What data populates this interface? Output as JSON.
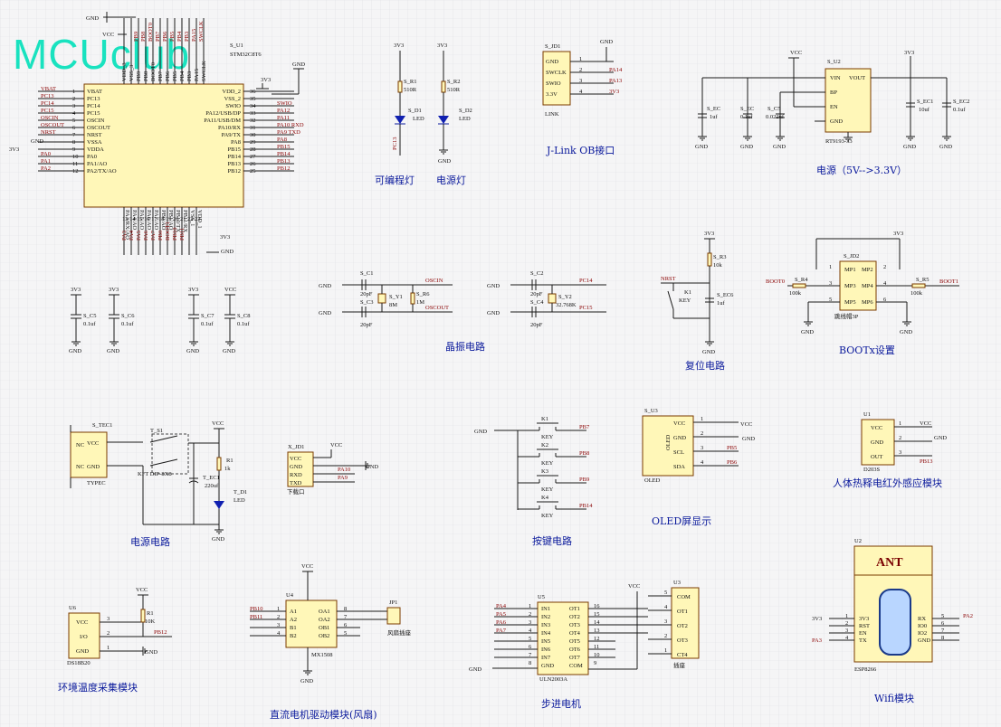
{
  "logo": "MCUclub",
  "mcu": {
    "ref": "S_U1",
    "part": "STM32C8T6",
    "left_pins": [
      {
        "n": "1",
        "name": "VBAT",
        "net": "VBAT"
      },
      {
        "n": "2",
        "name": "PC13",
        "net": "PC13"
      },
      {
        "n": "3",
        "name": "PC14",
        "net": "PC14"
      },
      {
        "n": "4",
        "name": "PC15",
        "net": "PC15"
      },
      {
        "n": "5",
        "name": "OSCIN",
        "net": "OSCIN"
      },
      {
        "n": "6",
        "name": "OSCOUT",
        "net": "OSCOUT"
      },
      {
        "n": "7",
        "name": "NRST",
        "net": "NRST"
      },
      {
        "n": "8",
        "name": "VSSA",
        "net": "GND"
      },
      {
        "n": "9",
        "name": "VDDA",
        "net": "3V3"
      },
      {
        "n": "10",
        "name": "PA0",
        "net": "PA0"
      },
      {
        "n": "11",
        "name": "PA1/AO",
        "net": "PA1"
      },
      {
        "n": "12",
        "name": "PA2/TX/AO",
        "net": "PA2"
      }
    ],
    "right_pins": [
      {
        "n": "36",
        "name": "VDD_2",
        "net": "3V3"
      },
      {
        "n": "35",
        "name": "VSS_2",
        "net": ""
      },
      {
        "n": "34",
        "name": "SWIO",
        "net": "SWIO"
      },
      {
        "n": "33",
        "name": "PA12/USB/DP",
        "net": "PA12"
      },
      {
        "n": "32",
        "name": "PA11/USB/DM",
        "net": "PA11"
      },
      {
        "n": "31",
        "name": "PA10/RX",
        "net": "PA10_RXD"
      },
      {
        "n": "30",
        "name": "PA9/TX",
        "net": "PA9_TXD"
      },
      {
        "n": "29",
        "name": "PA8",
        "net": "PA8"
      },
      {
        "n": "28",
        "name": "PB15",
        "net": "PB15"
      },
      {
        "n": "27",
        "name": "PB14",
        "net": "PB14"
      },
      {
        "n": "26",
        "name": "PB13",
        "net": "PB13"
      },
      {
        "n": "25",
        "name": "PB12",
        "net": "PB12"
      }
    ],
    "top_pins": [
      "VDD_3",
      "VSS_3",
      "PB9",
      "PB8",
      "BOOT0",
      "PB7",
      "PB6",
      "PB5",
      "PB4",
      "PB3",
      "PA15",
      "SWCLK"
    ],
    "bottom_pins": [
      "PA3/RX/AO",
      "PA4/AO",
      "PA5/AO",
      "PA6/AO",
      "PA7/AO",
      "PB0/AO",
      "PB1/AO",
      "PB10/TX",
      "PB11/RX",
      "VSS_1",
      "VDD_1"
    ],
    "bottom_nums": [
      "13",
      "14",
      "15",
      "16",
      "17",
      "18",
      "19",
      "20",
      "21",
      "22",
      "23",
      "24"
    ],
    "bottom_nets": [
      "PA3",
      "PA4",
      "PA5",
      "PA6",
      "PA7",
      "PB0",
      "BOOT1",
      "PB10",
      "PB11"
    ],
    "top_nets": [
      "PB9",
      "PB8",
      "BOOT0",
      "PB7",
      "PB6",
      "PB5",
      "PB4",
      "PB3",
      "PA15",
      "SWCLK"
    ]
  },
  "nets": {
    "gnd": "GND",
    "v33": "3V3",
    "vcc": "VCC"
  },
  "labels": {
    "leds": "可编程灯",
    "power_led": "电源灯",
    "jlink": "J-Link OB接口",
    "power": "电源（5V-->3.3V）",
    "crystal": "晶振电路",
    "reset": "复位电路",
    "boot": "BOOTx设置",
    "power_in": "电源电路",
    "keys": "按键电路",
    "oled": "OLED屏显示",
    "pir": "人体热释电红外感应模块",
    "temp": "环境温度采集模块",
    "motor": "直流电机驱动模块(风扇)",
    "stepper": "步进电机",
    "wifi": "Wifi模块"
  },
  "parts": {
    "s_r1": {
      "ref": "S_R1",
      "val": "510R"
    },
    "s_r2": {
      "ref": "S_R2",
      "val": "510R"
    },
    "s_d1": {
      "ref": "S_D1",
      "val": "LED"
    },
    "s_d2": {
      "ref": "S_D2",
      "val": "LED"
    },
    "jlink": {
      "ref": "S_JD1",
      "name": "LINK",
      "pins": [
        "GND",
        "SWCLK",
        "SWIO",
        "3.3V"
      ],
      "nums": [
        "1",
        "2",
        "3",
        "4"
      ],
      "nets": [
        "GND",
        "PA14",
        "PA13",
        "3V3"
      ]
    },
    "reg": {
      "ref": "S_U2",
      "part": "RT9193-33",
      "pins": [
        "VIN",
        "BP",
        "EN",
        "GND",
        "VOUT"
      ],
      "nums": [
        "1",
        "2",
        "3",
        "4",
        "3"
      ]
    },
    "s_ec": {
      "ref": "S_EC",
      "val": "1uf"
    },
    "s_ec_b": {
      "ref": "S_EC",
      "val": "0.1uf"
    },
    "s_c5reg": {
      "ref": "S_C5",
      "val": "0.022uf"
    },
    "s_ec1": {
      "ref": "S_EC1",
      "val": "10uf"
    },
    "s_ec2": {
      "ref": "S_EC2",
      "val": "0.1uf"
    },
    "caps": [
      {
        "ref": "S_C5",
        "val": "0.1uf",
        "net": "3V3"
      },
      {
        "ref": "S_C6",
        "val": "0.1uf",
        "net": "3V3"
      },
      {
        "ref": "S_C7",
        "val": "0.1uf",
        "net": "3V3"
      },
      {
        "ref": "S_C8",
        "val": "0.1uf",
        "net": "VCC"
      }
    ],
    "xtal1": {
      "c1": "S_C1",
      "c3": "S_C3",
      "cval": "20pF",
      "y": "S_Y1",
      "yval": "8M",
      "r": "S_R6",
      "rval": "1M",
      "n1": "OSCIN",
      "n2": "OSCOUT"
    },
    "xtal2": {
      "c1": "S_C2",
      "c3": "S_C4",
      "cval": "20pF",
      "y": "S_Y2",
      "yval": "32.768K",
      "n1": "PC14",
      "n2": "PC15"
    },
    "reset": {
      "net": "NRST",
      "r": "S_R3",
      "rval": "10k",
      "sw": "K1",
      "swval": "KEY",
      "c": "S_EC6",
      "cval": "1uf"
    },
    "boot": {
      "ref": "S_JD2",
      "name": "跳线帽3P",
      "pins": [
        "MP1",
        "MP2",
        "MP3",
        "MP4",
        "MP5",
        "MP6"
      ],
      "nums": [
        "1",
        "2",
        "3",
        "4",
        "5",
        "6"
      ],
      "r4": "S_R4",
      "r5": "S_R5",
      "rval": "100k",
      "n1": "BOOT0",
      "n2": "BOOT1"
    },
    "typec": {
      "ref": "S_TEC1",
      "name": "TYPEC",
      "pins": [
        "VCC",
        "GND"
      ],
      "nc": "NC"
    },
    "switch": {
      "ref": "T_S1",
      "name": "KFT DIP-8X8"
    },
    "power_r": {
      "ref": "R1",
      "val": "1k"
    },
    "power_c": {
      "ref": "T_EC1",
      "val": "220uf"
    },
    "power_d": {
      "ref": "T_D1",
      "val": "LED"
    },
    "uart": {
      "ref": "X_JD1",
      "name": "下载口",
      "pins": [
        "VCC",
        "GND",
        "RXD",
        "TXD"
      ],
      "nets": [
        "PA10",
        "PA9"
      ]
    },
    "keys": [
      {
        "ref": "K1",
        "val": "KEY",
        "net": "PB7"
      },
      {
        "ref": "K2",
        "val": "KEY",
        "net": "PB8"
      },
      {
        "ref": "K3",
        "val": "KEY",
        "net": "PB9"
      },
      {
        "ref": "K4",
        "val": "KEY",
        "net": "PB14"
      }
    ],
    "oled": {
      "ref": "S_U3",
      "name": "OLED",
      "pins": [
        "VCC",
        "GND",
        "SCL",
        "SDA"
      ],
      "nums": [
        "1",
        "2",
        "3",
        "4"
      ],
      "nets": [
        "VCC",
        "GND",
        "PB5",
        "PB6"
      ]
    },
    "pir": {
      "ref": "U1",
      "name": "D203S",
      "pins": [
        "VCC",
        "GND",
        "OUT"
      ],
      "nums": [
        "1",
        "2",
        "3"
      ],
      "nets": [
        "VCC",
        "GND",
        "PB13"
      ]
    },
    "ds": {
      "ref": "U6",
      "name": "DS18B20",
      "pins": [
        "VCC",
        "I/O",
        "GND"
      ],
      "nums": [
        "3",
        "2",
        "1"
      ],
      "r": "R1",
      "rval": "10K",
      "net": "PB12"
    },
    "mx": {
      "ref": "U4",
      "name": "MX1508",
      "left": [
        "A1",
        "A2",
        "B1",
        "B2"
      ],
      "lnums": [
        "1",
        "2",
        "3",
        "4"
      ],
      "right": [
        "OA1",
        "OA2",
        "OB1",
        "OB2"
      ],
      "rnums": [
        "8",
        "7",
        "6",
        "5"
      ],
      "nets": [
        "PB10",
        "PB11"
      ],
      "jp": "JP1",
      "fan": "风扇插座"
    },
    "uln": {
      "ref": "U5",
      "name": "ULN2003A",
      "left": [
        "IN1",
        "IN2",
        "IN3",
        "IN4",
        "IN5",
        "IN6",
        "IN7",
        "GND"
      ],
      "lnums": [
        "1",
        "2",
        "3",
        "4",
        "5",
        "6",
        "7",
        "8"
      ],
      "right": [
        "OT1",
        "OT2",
        "OT3",
        "OT4",
        "OT5",
        "OT6",
        "OT7",
        "COM"
      ],
      "rnums": [
        "16",
        "15",
        "14",
        "13",
        "12",
        "11",
        "10",
        "9"
      ],
      "nets": [
        "PA4",
        "PA5",
        "PA6",
        "PA7"
      ]
    },
    "step": {
      "ref": "U3",
      "name": "插座",
      "pins": [
        "COM",
        "OT1",
        "OT2",
        "OT3",
        "CT4"
      ],
      "nums": [
        "5",
        "4",
        "3",
        "2",
        "1"
      ]
    },
    "esp": {
      "ref": "U2",
      "name": "ESP8266",
      "ant": "ANT",
      "left": [
        "3V3",
        "RST",
        "EN",
        "TX"
      ],
      "lnums": [
        "1",
        "2",
        "3",
        "4"
      ],
      "right": [
        "RX",
        "IO0",
        "IO2",
        "GND"
      ],
      "rnums": [
        "5",
        "6",
        "7",
        "8"
      ],
      "nets": [
        "3V3",
        "PA3",
        "PA2"
      ]
    }
  }
}
